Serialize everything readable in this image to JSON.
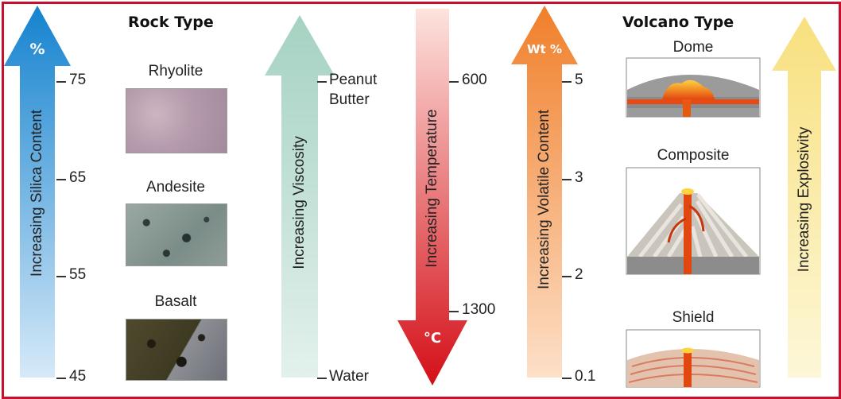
{
  "headings": {
    "rock_type": "Rock Type",
    "volcano_type": "Volcano Type"
  },
  "silica": {
    "unit": "%",
    "label": "Increasing Silica Content",
    "ticks": [
      "75",
      "65",
      "55",
      "45"
    ],
    "color": "#1a8ad4"
  },
  "rocks": [
    {
      "name": "Rhyolite"
    },
    {
      "name": "Andesite"
    },
    {
      "name": "Basalt"
    }
  ],
  "viscosity": {
    "label": "Increasing Viscosity",
    "top_label_line1": "Peanut",
    "top_label_line2": "Butter",
    "bottom_label": "Water",
    "color": "#a9d4c6"
  },
  "temperature": {
    "label": "Increasing Temperature",
    "unit": "°C",
    "ticks": [
      "600",
      "1300"
    ],
    "color": "#d7101a"
  },
  "volatile": {
    "unit": "Wt %",
    "label": "Increasing Volatile Content",
    "ticks": [
      "5",
      "3",
      "2",
      "0.1"
    ],
    "color": "#f28b3a"
  },
  "volcanoes": [
    {
      "name": "Dome"
    },
    {
      "name": "Composite"
    },
    {
      "name": "Shield"
    }
  ],
  "explosivity": {
    "label": "Increasing Explosivity",
    "color": "#f9e48c"
  }
}
